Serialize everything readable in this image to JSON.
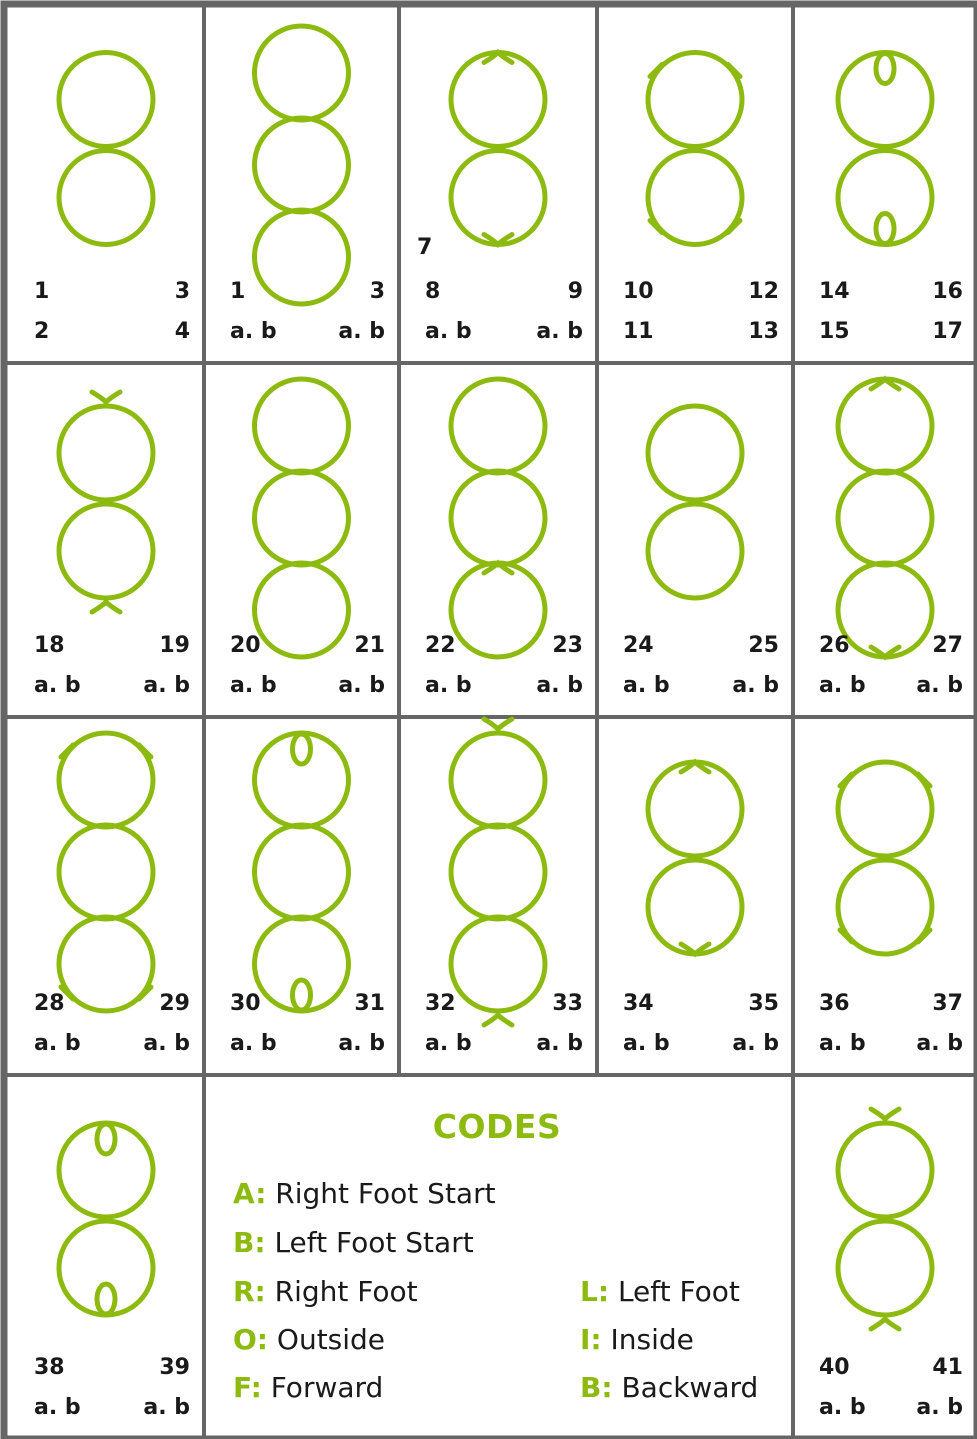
{
  "colors": {
    "stroke": "#8dba0f",
    "border": "#666666",
    "text": "#1a1a1a",
    "accent": "#8dba0f"
  },
  "cells": [
    {
      "row": 0,
      "col": 0,
      "figure": "two-circles-gap-middle",
      "top_label": "",
      "labels": [
        "1",
        "3",
        "2",
        "4"
      ]
    },
    {
      "row": 0,
      "col": 1,
      "figure": "three-circles-serpentine",
      "top_label": "",
      "labels": [
        "1",
        "3",
        "a. b",
        "a. b"
      ]
    },
    {
      "row": 0,
      "col": 2,
      "figure": "two-circles-notched",
      "top_label": "7",
      "labels": [
        "8",
        "9",
        "a. b",
        "a. b"
      ]
    },
    {
      "row": 0,
      "col": 3,
      "figure": "two-circles-side-notches",
      "top_label": "",
      "labels": [
        "10",
        "12",
        "11",
        "13"
      ]
    },
    {
      "row": 0,
      "col": 4,
      "figure": "two-circles-loops",
      "top_label": "",
      "labels": [
        "14",
        "16",
        "15",
        "17"
      ]
    },
    {
      "row": 1,
      "col": 0,
      "figure": "two-circles-pointed",
      "top_label": "",
      "labels": [
        "18",
        "19",
        "a. b",
        "a. b"
      ]
    },
    {
      "row": 1,
      "col": 1,
      "figure": "three-circles-serpentine",
      "top_label": "",
      "labels": [
        "20",
        "21",
        "a. b",
        "a. b"
      ]
    },
    {
      "row": 1,
      "col": 2,
      "figure": "three-circles-notched-mid",
      "top_label": "",
      "labels": [
        "22",
        "23",
        "a. b",
        "a. b"
      ]
    },
    {
      "row": 1,
      "col": 3,
      "figure": "two-circles-s",
      "top_label": "",
      "labels": [
        "24",
        "25",
        "a. b",
        "a. b"
      ]
    },
    {
      "row": 1,
      "col": 4,
      "figure": "three-circles-notched-ends",
      "top_label": "",
      "labels": [
        "26",
        "27",
        "a. b",
        "a. b"
      ]
    },
    {
      "row": 2,
      "col": 0,
      "figure": "three-circles-side-notches",
      "top_label": "",
      "labels": [
        "28",
        "29",
        "a. b",
        "a. b"
      ]
    },
    {
      "row": 2,
      "col": 1,
      "figure": "three-circles-loops",
      "top_label": "",
      "labels": [
        "30",
        "31",
        "a. b",
        "a. b"
      ]
    },
    {
      "row": 2,
      "col": 2,
      "figure": "three-circles-pointed",
      "top_label": "",
      "labels": [
        "32",
        "33",
        "a. b",
        "a. b"
      ]
    },
    {
      "row": 2,
      "col": 3,
      "figure": "two-circles-s-notched",
      "top_label": "",
      "labels": [
        "34",
        "35",
        "a. b",
        "a. b"
      ]
    },
    {
      "row": 2,
      "col": 4,
      "figure": "two-circles-s-side-notches",
      "top_label": "",
      "labels": [
        "36",
        "37",
        "a. b",
        "a. b"
      ]
    },
    {
      "row": 3,
      "col": 0,
      "figure": "two-circles-s-loops",
      "top_label": "",
      "labels": [
        "38",
        "39",
        "a. b",
        "a. b"
      ]
    },
    {
      "row": 3,
      "col": 4,
      "figure": "two-circles-s-pointed",
      "top_label": "",
      "labels": [
        "40",
        "41",
        "a. b",
        "a. b"
      ]
    }
  ],
  "codes": {
    "title": "CODES",
    "items": [
      {
        "key": "A:",
        "text": "Right Foot Start"
      },
      {
        "key": "B:",
        "text": "Left Foot Start"
      },
      {
        "key": "R:",
        "text": "Right Foot"
      },
      {
        "key": "L:",
        "text": "Left Foot"
      },
      {
        "key": "O:",
        "text": "Outside"
      },
      {
        "key": "I:",
        "text": "Inside"
      },
      {
        "key": "F:",
        "text": "Forward"
      },
      {
        "key": "B:",
        "text": "Backward"
      }
    ]
  }
}
